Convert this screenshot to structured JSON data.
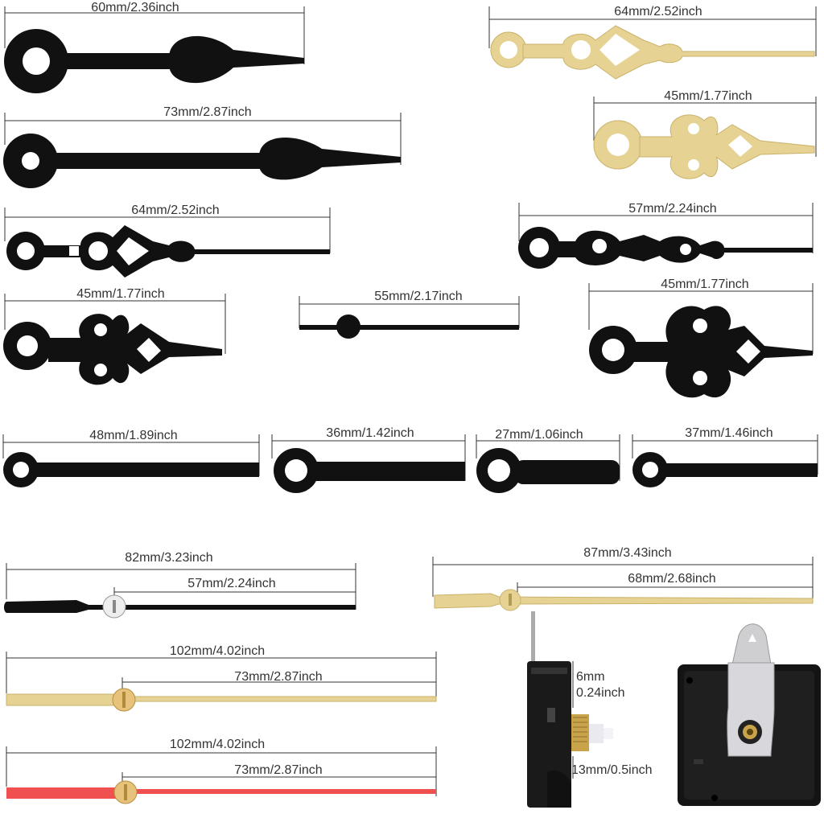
{
  "dimensions": {
    "d01": "60mm/2.36inch",
    "d02": "64mm/2.52inch",
    "d03": "73mm/2.87inch",
    "d04": "45mm/1.77inch",
    "d05": "64mm/2.52inch",
    "d06": "57mm/2.24inch",
    "d07": "45mm/1.77inch",
    "d08": "55mm/2.17inch",
    "d09": "45mm/1.77inch",
    "d10": "48mm/1.89inch",
    "d11": "36mm/1.42inch",
    "d12": "27mm/1.06inch",
    "d13": "37mm/1.46inch",
    "d14": "82mm/3.23inch",
    "d15": "57mm/2.24inch",
    "d16": "87mm/3.43inch",
    "d17": "68mm/2.68inch",
    "d18": "102mm/4.02inch",
    "d19": "73mm/2.87inch",
    "d20": "102mm/4.02inch",
    "d21": "73mm/2.87inch"
  },
  "movement": {
    "shaft_mm": "6mm",
    "shaft_inch": "0.24inch",
    "thread": "13mm/0.5inch"
  },
  "colors": {
    "black_hand": "#111111",
    "gold_hand": "#e6d394",
    "gold_dark": "#c9b26a",
    "red_hand": "#f05050",
    "brass": "#c9a34a",
    "metal": "#cfcfd2"
  }
}
